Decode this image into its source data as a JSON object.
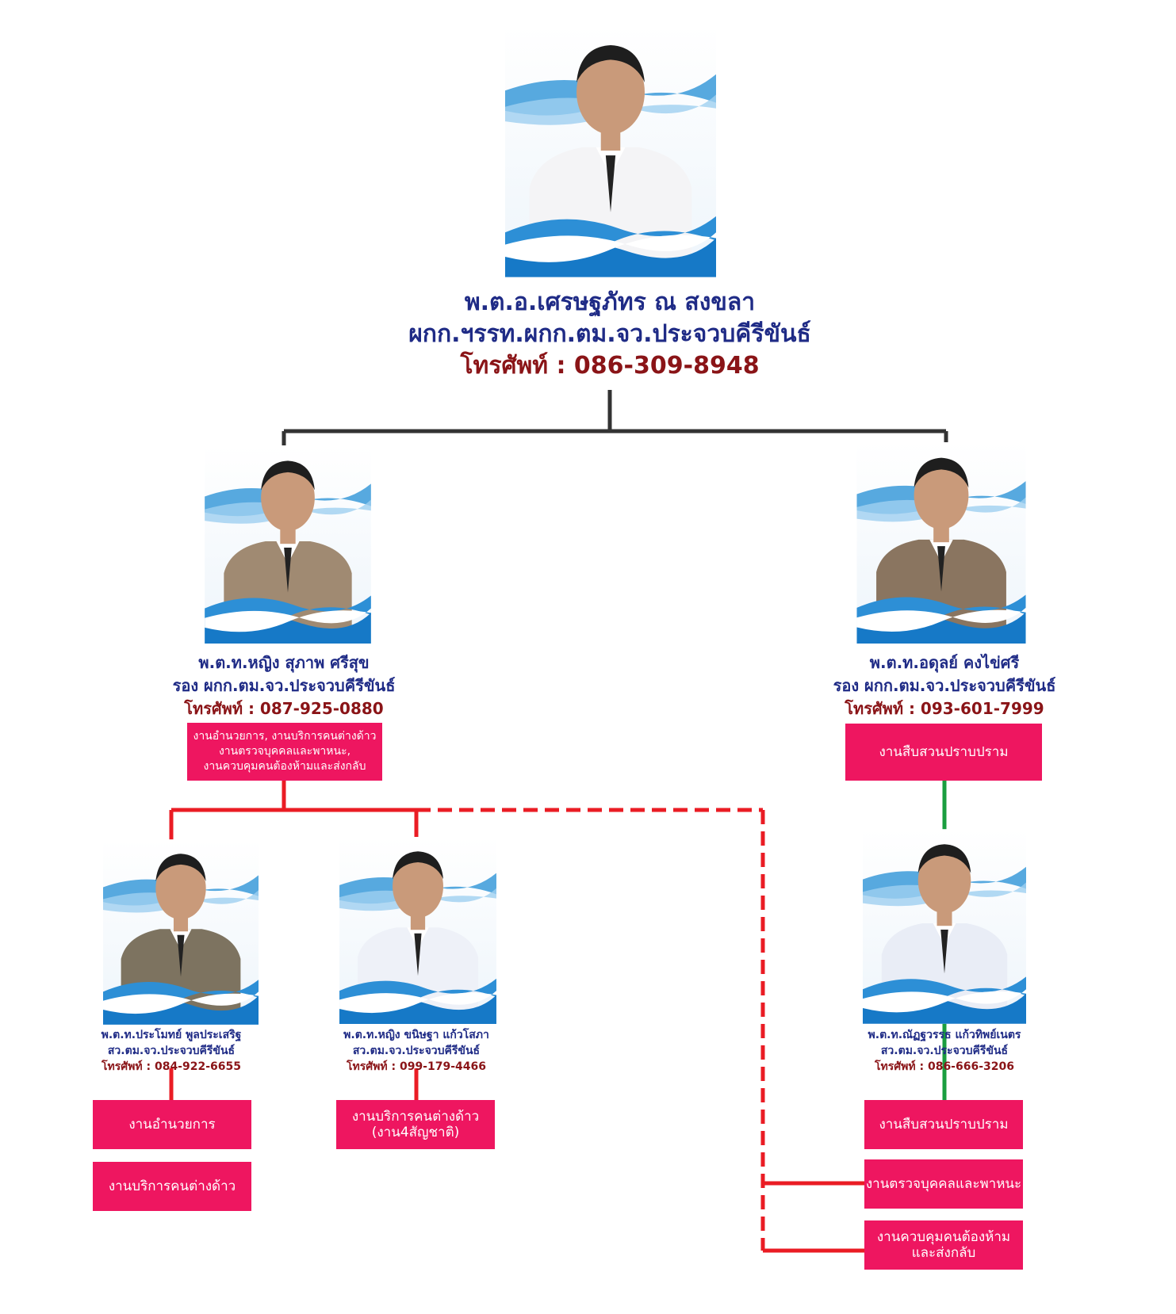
{
  "chief": {
    "name": "พ.ต.อ.เศรษฐภัทร ณ สงขลา",
    "title": "ผกก.ฯรรท.ผกก.ตม.จว.ประจวบคีรีขันธ์",
    "phone": "โทรศัพท์ : 086-309-8948"
  },
  "deputy_left": {
    "name": "พ.ต.ท.หญิง สุภาพ ศรีสุข",
    "title": "รอง ผกก.ตม.จว.ประจวบคีรีขันธ์",
    "phone": "โทรศัพท์ : 087-925-0880",
    "task": [
      "งานอำนวยการ, งานบริการคนต่างด้าว",
      "งานตรวจบุคคลและพาหนะ,",
      "งานควบคุมคนต้องห้ามและส่งกลับ"
    ]
  },
  "deputy_right": {
    "name": "พ.ต.ท.อดุลย์ คงไข่ศรี",
    "title": "รอง ผกก.ตม.จว.ประจวบคีรีขันธ์",
    "phone": "โทรศัพท์ : 093-601-7999",
    "task": "งานสืบสวนปราบปราม"
  },
  "staff_1": {
    "name": "พ.ต.ท.ประโมทย์ พูลประเสริฐ",
    "title": "สว.ตม.จว.ประจวบคีรีขันธ์",
    "phone": "โทรศัพท์ : 084-922-6655",
    "task_1": "งานอำนวยการ",
    "task_2": "งานบริการคนต่างด้าว"
  },
  "staff_2": {
    "name": "พ.ต.ท.หญิง ขนิษฐา แก้วโสภา",
    "title": "สว.ตม.จว.ประจวบคีรีขันธ์",
    "phone": "โทรศัพท์ : 099-179-4466",
    "task_line_1": "งานบริการคนต่างด้าว",
    "task_line_2": "(งาน4สัญชาติ)"
  },
  "staff_3": {
    "name": "พ.ต.ท.ณัฏฐวรรธ แก้วทิพย์เนตร",
    "title": "สว.ตม.จว.ประจวบคีรีขันธ์",
    "phone": "โทรศัพท์ : 086-666-3206",
    "task_1": "งานสืบสวนปราบปราม",
    "task_2": "งานตรวจบุคคลและพาหนะ",
    "task_3_line_1": "งานควบคุมคนต้องห้าม",
    "task_3_line_2": "และส่งกลับ"
  },
  "colors": {
    "chief_line": "#333333",
    "red_line": "#ea1c24",
    "green_line": "#1a9e3f",
    "task_box": "#ee1660",
    "name_text": "#1f2b86",
    "phone_text": "#8a1417"
  }
}
